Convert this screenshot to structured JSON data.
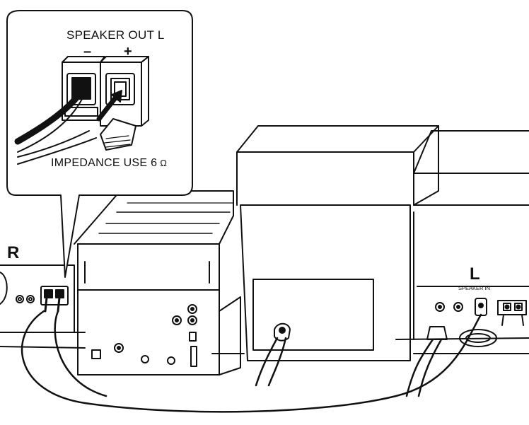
{
  "labels": {
    "speaker_out": "SPEAKER OUT L",
    "minus": "–",
    "plus": "+",
    "impedance": "IMPEDANCE USE 6",
    "ohm": " Ω",
    "right_channel": "R",
    "left_channel": "L",
    "speaker_in": "SPEAKER IN"
  }
}
